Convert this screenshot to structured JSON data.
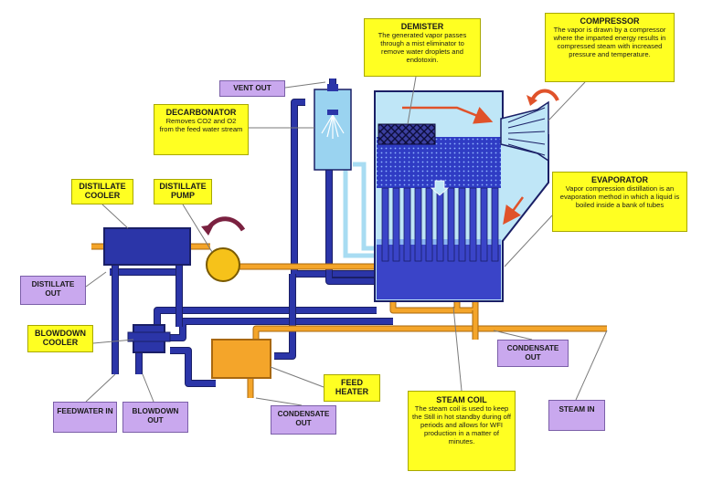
{
  "callouts": {
    "demister": {
      "title": "DEMISTER",
      "body": "The generated vapor passes through a mist eliminator to remove water droplets and endotoxin."
    },
    "compressor": {
      "title": "COMPRESSOR",
      "body": "The vapor is drawn by a compressor where the imparted energy results in compressed steam with increased pressure and temperature."
    },
    "decarbonator": {
      "title": "DECARBONATOR",
      "body": "Removes CO2 and O2 from the feed water stream"
    },
    "evaporator": {
      "title": "EVAPORATOR",
      "body": "Vapor compression distillation is an evaporation method in which a liquid is boiled inside a bank of tubes"
    },
    "distillate_cooler": {
      "title": "DISTILLATE COOLER"
    },
    "distillate_pump": {
      "title": "DISTILLATE PUMP"
    },
    "blowdown_cooler": {
      "title": "BLOWDOWN COOLER"
    },
    "feed_heater": {
      "title": "FEED HEATER"
    },
    "steam_coil": {
      "title": "STEAM COIL",
      "body": "The steam coil is used to keep the Still in hot standby during off periods and allows for WFI production in a matter of minutes."
    }
  },
  "labels": {
    "vent_out": "VENT OUT",
    "distillate_out": "DISTILLATE OUT",
    "feedwater_in": "FEEDWATER IN",
    "blowdown_out": "BLOWDOWN OUT",
    "condensate_out_bottom": "CONDENSATE OUT",
    "condensate_out_right": "CONDENSATE OUT",
    "steam_in": "STEAM IN"
  },
  "colors": {
    "pipe_blue": "#2b35a8",
    "pipe_light": "#a8dcf2",
    "pipe_orange": "#f4a52a",
    "vessel_blue": "#3a44c8",
    "vessel_light": "#bfe6f7",
    "callout_yellow": "#ffff22",
    "label_purple": "#c9a8ee",
    "arrow_red": "#e0522a",
    "arrow_maroon": "#7a2140"
  }
}
